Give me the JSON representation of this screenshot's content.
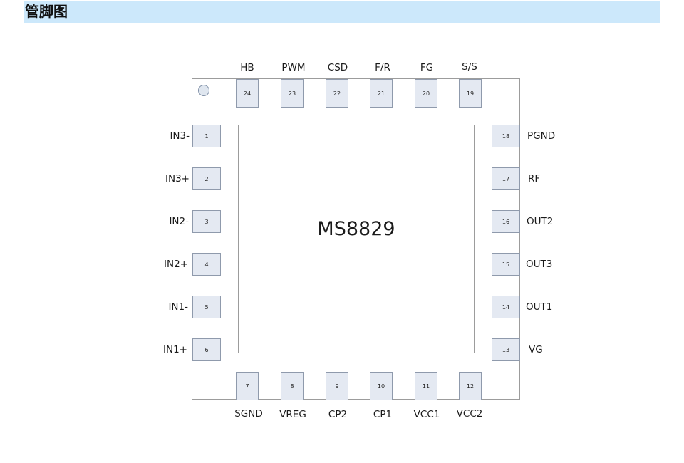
{
  "section_title": "管脚图",
  "chip_name": "MS8829",
  "pins": {
    "top": [
      {
        "num": "24",
        "name": "HB"
      },
      {
        "num": "23",
        "name": "PWM"
      },
      {
        "num": "22",
        "name": "CSD"
      },
      {
        "num": "21",
        "name": "F/R"
      },
      {
        "num": "20",
        "name": "FG"
      },
      {
        "num": "19",
        "name": "S/S"
      }
    ],
    "left": [
      {
        "num": "1",
        "name": "IN3-"
      },
      {
        "num": "2",
        "name": "IN3+"
      },
      {
        "num": "3",
        "name": "IN2-"
      },
      {
        "num": "4",
        "name": "IN2+"
      },
      {
        "num": "5",
        "name": "IN1-"
      },
      {
        "num": "6",
        "name": "IN1+"
      }
    ],
    "right": [
      {
        "num": "18",
        "name": "PGND"
      },
      {
        "num": "17",
        "name": "RF"
      },
      {
        "num": "16",
        "name": "OUT2"
      },
      {
        "num": "15",
        "name": "OUT3"
      },
      {
        "num": "14",
        "name": "OUT1"
      },
      {
        "num": "13",
        "name": "VG"
      }
    ],
    "bottom": [
      {
        "num": "7",
        "name": "SGND"
      },
      {
        "num": "8",
        "name": "VREG"
      },
      {
        "num": "9",
        "name": "CP2"
      },
      {
        "num": "10",
        "name": "CP1"
      },
      {
        "num": "11",
        "name": "VCC1"
      },
      {
        "num": "12",
        "name": "VCC2"
      }
    ]
  }
}
